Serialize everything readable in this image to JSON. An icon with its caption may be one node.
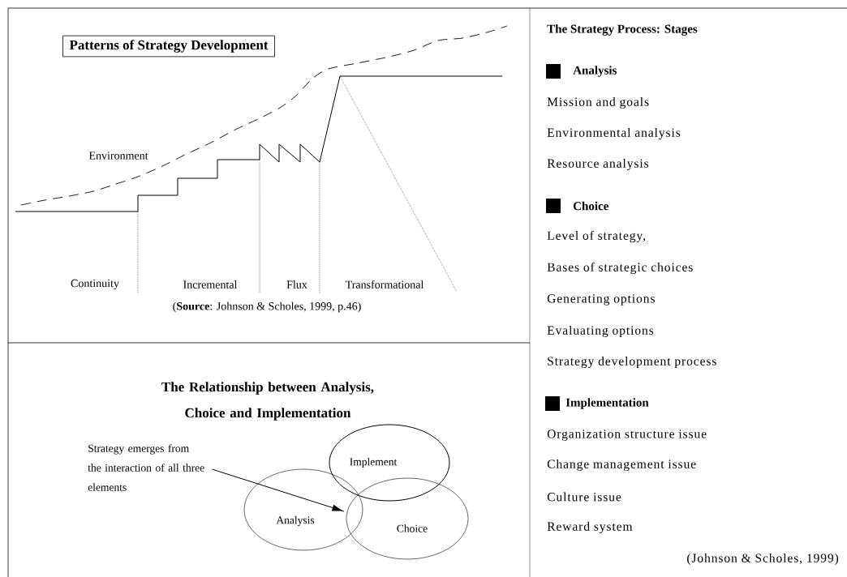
{
  "diagram": {
    "nodes": [
      {
        "text": [
          "Patterns of Strategy Development"
        ]
      },
      {
        "text": [
          "Strategy emerges from the interaction of all three elements"
        ]
      },
      {
        "text": [
          "Implement"
        ]
      },
      {
        "text": [
          "Analysis"
        ]
      },
      {
        "text": [
          "Choice"
        ]
      }
    ],
    "edges": [
      {
        "from": 1,
        "to": 3,
        "arrow": "to"
      }
    ],
    "labels": [
      "Environment",
      "Continuity",
      "Incremental",
      "Flux",
      "Transformational",
      "(**Source**: Johnson & Scholes, 1999, p.46)",
      "The Relationship between Analysis, Choice and Implementation",
      "The Strategy Process: Stages",
      "Analysis",
      "Mission and goals",
      "Environmental analysis",
      "Resource analysis",
      "Choice",
      "Level of strategy,",
      "Bases of strategic choices",
      "Generating options",
      "Evaluating options",
      "Strategy development process",
      "Implementation",
      "Organization structure issue",
      "Change management issue",
      "Culture issue",
      "Reward system",
      "(Johnson & Scholes, 1999)"
    ]
  }
}
